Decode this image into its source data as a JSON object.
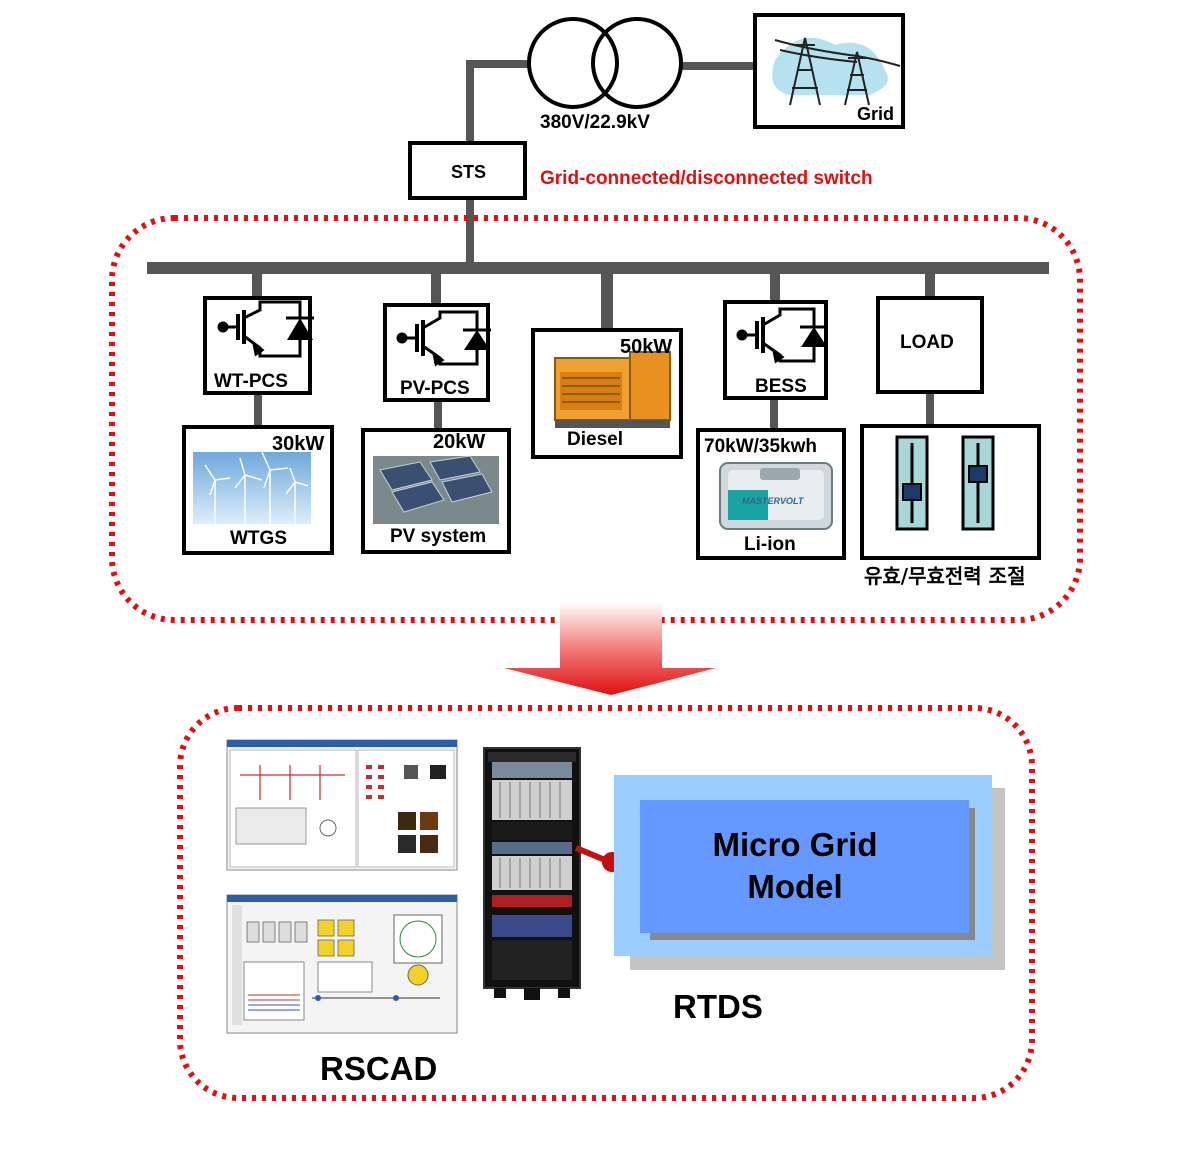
{
  "transformer": {
    "voltage": "380V/22.9kV"
  },
  "grid": {
    "label": "Grid"
  },
  "sts": {
    "label": "STS",
    "caption": "Grid-connected/disconnected switch"
  },
  "branches": {
    "wt": {
      "converter": "WT-PCS",
      "rating": "30kW",
      "source": "WTGS"
    },
    "pv": {
      "converter": "PV-PCS",
      "rating": "20kW",
      "source": "PV system"
    },
    "diesel": {
      "rating": "50kW",
      "label": "Diesel"
    },
    "bess": {
      "converter": "BESS",
      "rating": "70kW/35kwh",
      "source": "Li-ion",
      "brand": "MASTERVOLT"
    },
    "load": {
      "label": "LOAD",
      "caption": "유효/무효전력 조절"
    }
  },
  "simulation": {
    "software": "RSCAD",
    "hardware": "RTDS",
    "model_line1": "Micro Grid",
    "model_line2": "Model"
  },
  "colors": {
    "dashed_border": "#e01010",
    "caption_red": "#e01010",
    "model_inner": "#6699ff",
    "model_outer": "#99ccff",
    "bus": "#555555"
  }
}
